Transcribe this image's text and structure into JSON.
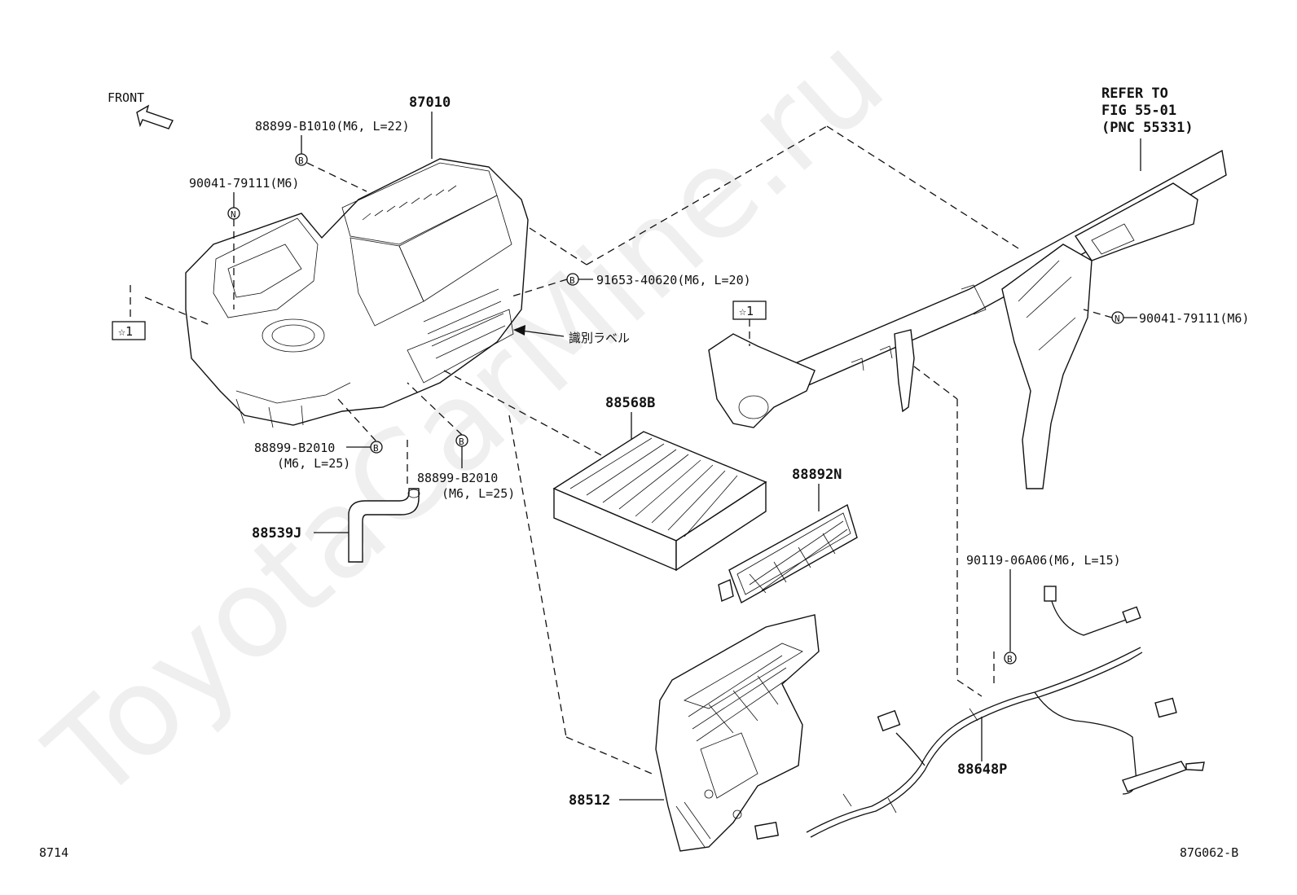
{
  "header": {
    "front_label": "FRONT",
    "refer_lines": [
      "REFER TO",
      "FIG 55-01",
      "(PNC 55331)"
    ]
  },
  "callouts": {
    "c87010": "87010",
    "c88899_b1010": "88899-B1010(M6, L=22)",
    "c90041_l": "90041-79111(M6)",
    "c91653": "91653-40620(M6, L=20)",
    "c90041_r": "90041-79111(M6)",
    "id_label": "識別ラベル",
    "c88899_b2010_a": "88899-B2010",
    "c88899_b2010_a_spec": "(M6, L=25)",
    "c88899_b2010_b": "88899-B2010",
    "c88899_b2010_b_spec": "(M6, L=25)",
    "c88539j": "88539J",
    "c88568b": "88568B",
    "c88892n": "88892N",
    "c90119": "90119-06A06(M6, L=15)",
    "c88648p": "88648P",
    "c88512": "88512"
  },
  "symbols": {
    "b": "B",
    "n": "N",
    "star1": "☆1"
  },
  "footer": {
    "left_code": "8714",
    "right_code": "87G062-B"
  },
  "watermark": "ToyotaCarMine.ru"
}
